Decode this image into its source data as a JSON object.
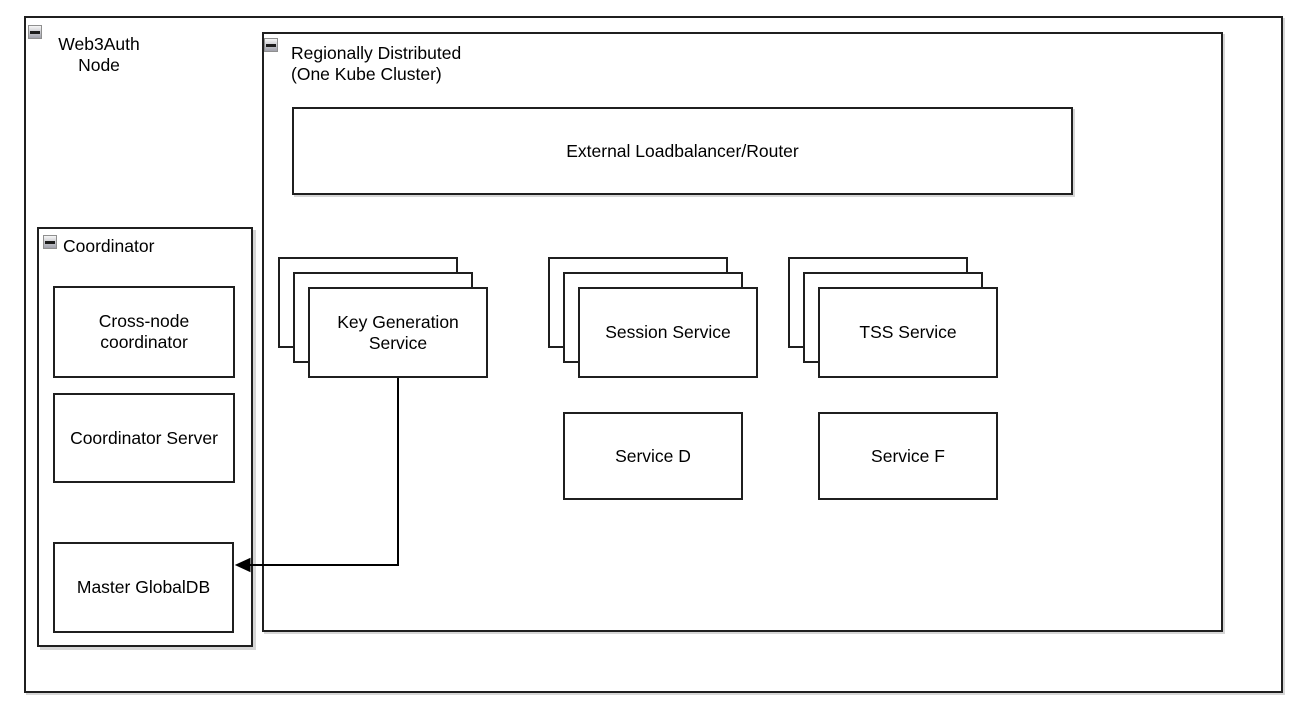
{
  "colors": {
    "stroke": "#1f1f1f",
    "background": "#ffffff",
    "shadow": "#d6d6d6"
  },
  "containers": {
    "web3auth_node": {
      "label": "Web3Auth\nNode",
      "collapsible": true
    },
    "regionally_distributed": {
      "label": "Regionally Distributed\n (One Kube Cluster)",
      "collapsible": true
    },
    "coordinator": {
      "label": "Coordinator",
      "collapsible": true
    }
  },
  "nodes": {
    "external_loadbalancer": {
      "label": "External Loadbalancer/Router"
    },
    "key_generation_service": {
      "label": "Key Generation\nService",
      "replicas": 3
    },
    "session_service": {
      "label": "Session Service",
      "replicas": 3
    },
    "tss_service": {
      "label": "TSS Service",
      "replicas": 3
    },
    "service_d": {
      "label": "Service D"
    },
    "service_f": {
      "label": "Service F"
    },
    "cross_node_coordinator": {
      "label": "Cross-node\ncoordinator"
    },
    "coordinator_server": {
      "label": "Coordinator Server"
    },
    "master_globaldb": {
      "label": "Master GlobalDB"
    }
  },
  "edges": [
    {
      "from": "Key Generation Service",
      "to": "Master GlobalDB",
      "arrow": "into-target"
    }
  ]
}
